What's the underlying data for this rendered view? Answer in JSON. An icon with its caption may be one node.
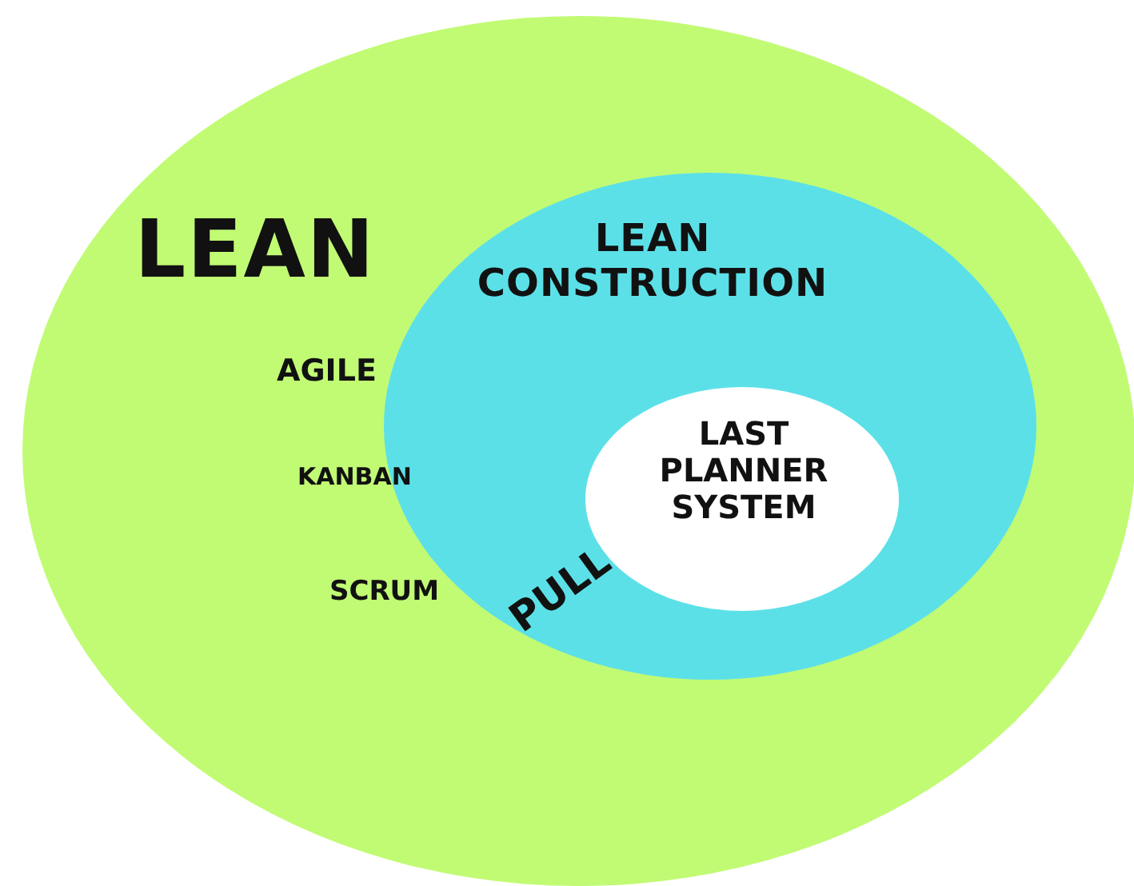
{
  "diagram": {
    "nodes": [
      {
        "text": [
          "LEAN"
        ]
      },
      {
        "text": [
          "LEAN CONSTRUCTION"
        ],
        "in": 0
      },
      {
        "text": [
          "LAST PLANNER SYSTEM"
        ],
        "in": 1
      }
    ],
    "labels": [
      "AGILE",
      "KANBAN",
      "SCRUM",
      "PULL"
    ]
  }
}
